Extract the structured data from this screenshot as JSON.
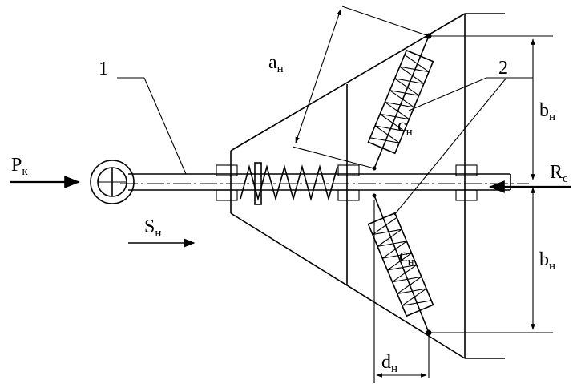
{
  "labels": {
    "rod_number": "1",
    "spring_number": "2",
    "force_pk": {
      "main": "P",
      "sub": "к"
    },
    "force_rc": {
      "main": "R",
      "sub": "с"
    },
    "displacement_s": {
      "main": "S",
      "sub": "н"
    },
    "length_a": {
      "main": "a",
      "sub": "н"
    },
    "length_b_top": {
      "main": "b",
      "sub": "н"
    },
    "length_b_bottom": {
      "main": "b",
      "sub": "н"
    },
    "length_c_top": {
      "main": "c",
      "sub": "н"
    },
    "length_c_bottom": {
      "main": "c",
      "sub": "н"
    },
    "length_d": {
      "main": "d",
      "sub": "н"
    }
  },
  "colors": {
    "ink": "#000000",
    "paper": "#ffffff"
  }
}
